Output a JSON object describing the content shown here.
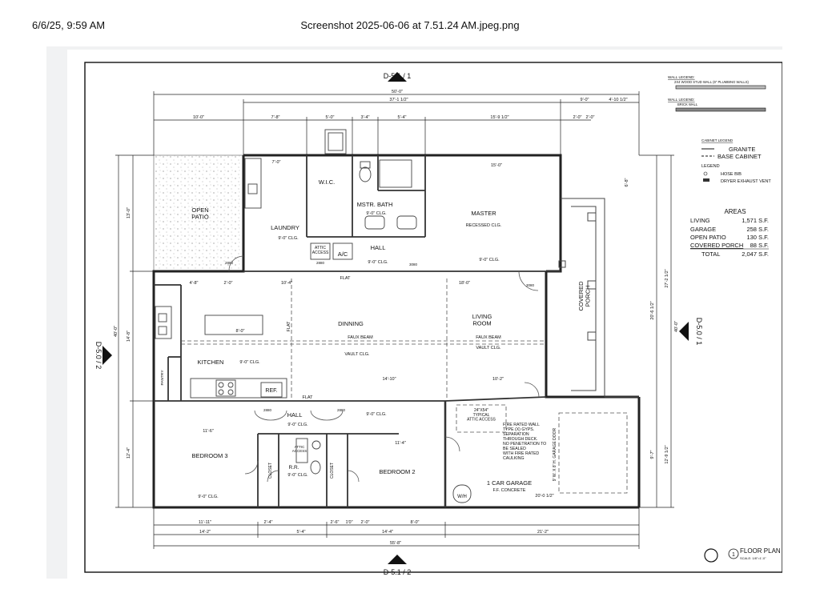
{
  "header": {
    "timestamp": "6/6/25, 9:59 AM",
    "file_title": "Screenshot 2025-06-06 at 7.51.24 AM.jpeg.png"
  },
  "sheet": {
    "section_top": "D-5.1 / 1",
    "section_bottom": "D-5.1 / 2",
    "section_left": "D-5.0 / 2",
    "section_right": "D-5.0 / 1",
    "plan_number": "1",
    "plan_title": "FLOOR PLAN",
    "scale_note": "SCALE: 1/8\"=1'-0\""
  },
  "wall_legend": {
    "title1": "WALL LEGEND:",
    "item1": "2X4 WOOD STUD WALL (6\" PLUMBING WALLS)",
    "title2": "WALL LEGEND:",
    "item2": "BRICK WALL"
  },
  "cabinet_legend": {
    "title": "CABINET LEGEND",
    "granite": "GRANITE",
    "base_cabinet": "BASE CABINET",
    "legend_title": "LEGEND",
    "hose_bib": "HOSE BIB",
    "dryer_vent": "DRYER EXHAUST VENT"
  },
  "areas": {
    "title": "AREAS",
    "rows": [
      {
        "label": "LIVING",
        "value": "1,571 S.F."
      },
      {
        "label": "GARAGE",
        "value": "258 S.F."
      },
      {
        "label": "OPEN PATIO",
        "value": "130 S.F."
      },
      {
        "label": "COVERED PORCH",
        "value": "88 S.F."
      }
    ],
    "total_label": "TOTAL",
    "total_value": "2,047 S.F."
  },
  "rooms": {
    "open_patio": "OPEN\nPATIO",
    "laundry": "LAUNDRY",
    "laundry_clg": "9'-0\" CLG.",
    "wic": "W.I.C.",
    "mstr_bath": "MSTR. BATH",
    "mstr_bath_clg": "9'-0\" CLG.",
    "master": "MASTER",
    "master_clg": "RECESSED CLG.",
    "attic_access": "ATTIC\nACCESS",
    "ac": "A/C",
    "hall_upper": "HALL",
    "hall_upper_clg": "9'-0\" CLG.",
    "master_hall_clg": "9'-0\" CLG.",
    "dinning": "DINNING",
    "faux_beam_1": "FAUX BEAM",
    "vault_1": "VAULT CLG.",
    "living_room": "LIVING\nROOM",
    "faux_beam_2": "FAUX BEAM",
    "vault_2": "VAULT CLG.",
    "kitchen": "KITCHEN",
    "kitchen_clg": "9'-0\" CLG.",
    "pantry": "PANTRY",
    "ref": "REF.",
    "flat_1": "FLAT",
    "flat_2": "FLAT",
    "flat_3": "FLAT",
    "covered_porch": "COVERED\nPORCH",
    "hall_lower": "HALL",
    "hall_lower_clg": "9'-0\" CLG.",
    "hall_lower_clg2": "9'-0\" CLG.",
    "bedroom3": "BEDROOM 3",
    "bedroom3_clg": "9'-0\" CLG.",
    "closet_1": "CLOSET",
    "closet_2": "CLOSET",
    "attic_access_2": "ATTIC\nACCESS",
    "rr": "R.R.",
    "rr_clg": "9'-0\" CLG.",
    "bedroom2": "BEDROOM 2",
    "attic_note": "24\"X54\"\nTYPICAL\nATTIC ACCESS",
    "fire_note": "FIRE RATED WALL\nTYPE (X) GYPS.\nSEPARATION\nTHROUGH DECK.\nNO PENETRATION TO\nBE SEALED\nWITH FIRE RATED\nCAULKING",
    "garage": "1 CAR GARAGE",
    "garage_floor": "F.F. CONCRETE",
    "garage_door": "9' W. X 8' H. GARAGE DOOR",
    "wh": "W/H"
  },
  "dims": {
    "top_total": "50'-0\"",
    "top_mid": "37'-1 1/2\"",
    "top_r1": "9'-0\"",
    "top_r2": "4'-10 1/2\"",
    "top_a": "10'-0\"",
    "top_b": "7'-8\"",
    "top_c": "5'-0\"",
    "top_d": "3'-4\"",
    "top_e": "5'-4\"",
    "top_f": "15'-9 1/2\"",
    "top_g": "2'-0\"",
    "top_h": "2'-0\"",
    "bot_a": "11'-11\"",
    "bot_b": "2'-4\"",
    "bot_c": "2'-6\"",
    "bot_d": "1'0\"",
    "bot_e": "2'-0\"",
    "bot_f": "8'-0\"",
    "bot_g": "14'-2\"",
    "bot_h": "5'-4\"",
    "bot_i": "14'-4\"",
    "bot_j": "21'-2\"",
    "bot_total": "55'-8\"",
    "left_a": "13'-0\"",
    "left_total": "40'-0\"",
    "left_b": "14'-8\"",
    "left_c": "12'-4\"",
    "right_a": "6'-8\"",
    "right_b": "27'-2 1/2\"",
    "right_c": "20'-6 1/2\"",
    "right_total": "40'-0\"",
    "right_d": "12'-9 1/2\"",
    "right_e": "9'-7\"",
    "dinning_w": "10'-4\"",
    "living_w": "18'-0\"",
    "kitchen_w": "4'-8\"",
    "hall_w": "2'-0\"",
    "island": "8'-0\"",
    "span_1": "14'-10\"",
    "span_2": "10'-2\"",
    "br3_w": "11'-6\"",
    "br2_w": "11'-4\"",
    "garage_w": "20'-0 1/2\"",
    "master_w": "15'-0\"",
    "laundry_w": "7'-0\"",
    "door_2880_a": "2880",
    "door_2880_b": "2880",
    "door_3080_a": "3080",
    "door_3080_b": "3080",
    "door_2880_c": "2880",
    "door_2880_d": "2880"
  }
}
